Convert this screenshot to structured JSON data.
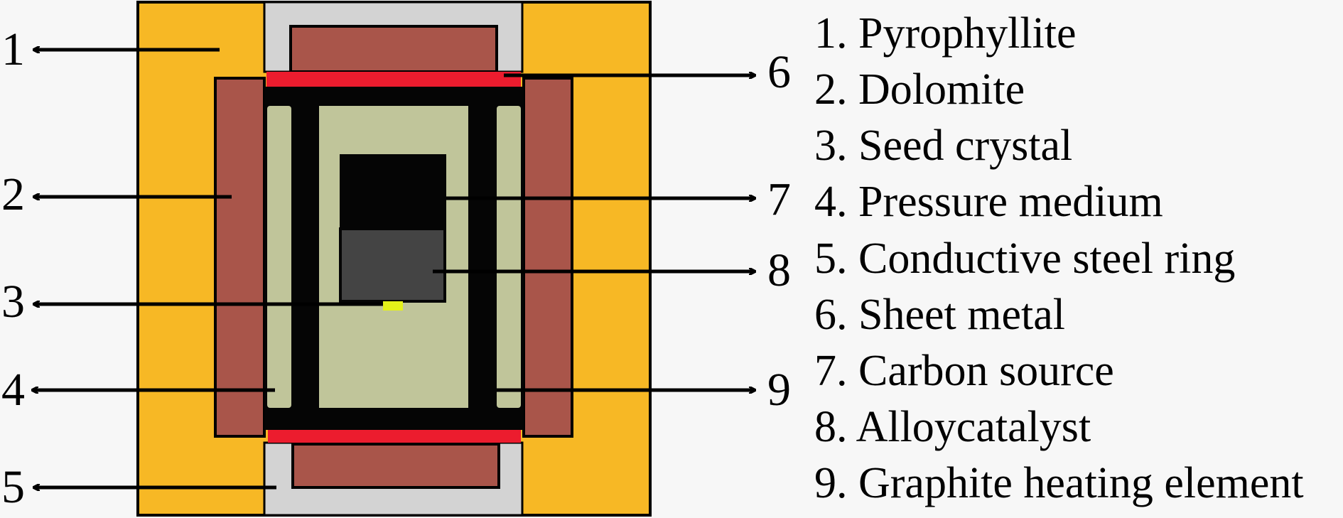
{
  "callouts": {
    "left": [
      "1",
      "2",
      "3",
      "4",
      "5"
    ],
    "right": [
      "6",
      "7",
      "8",
      "9"
    ]
  },
  "legend": [
    "1. Pyrophyllite",
    "2. Dolomite",
    "3. Seed crystal",
    "4. Pressure medium",
    "5. Conductive steel ring",
    "6. Sheet metal",
    "7. Carbon source",
    "8. Alloycatalyst",
    "9. Graphite heating element"
  ],
  "colors": {
    "pyrophyllite": "#f7b825",
    "dolomite": "#a9554a",
    "steel_ring": "#d3d3d3",
    "sheet_metal": "#ec1c2e",
    "pressure_medium": "#c0c59a",
    "graphite": "#050505",
    "carbon_source": "#050505",
    "alloy_catalyst": "#444444",
    "seed_crystal": "#e4f21a"
  }
}
